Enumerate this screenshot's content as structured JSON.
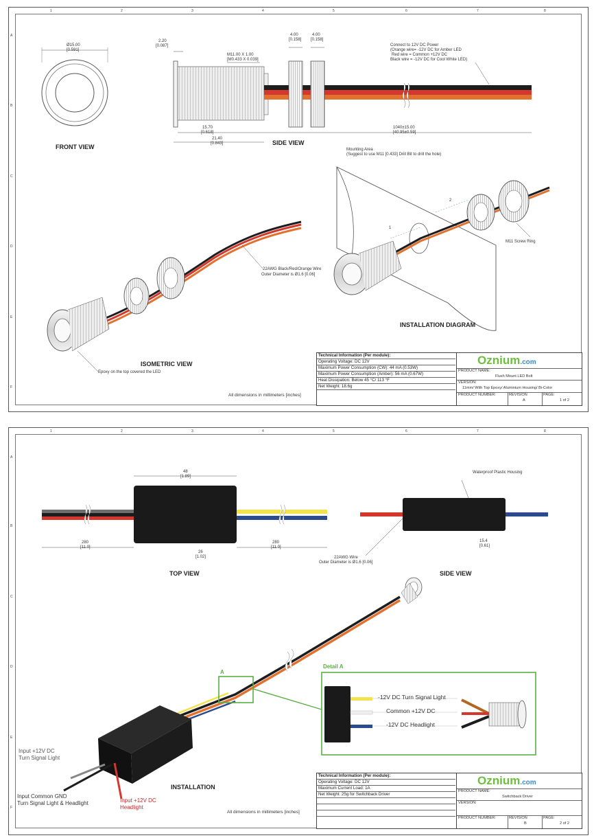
{
  "sheet1": {
    "views": {
      "front": "FRONT VIEW",
      "side": "SIDE VIEW",
      "isometric": "ISOMETRIC VIEW",
      "installation": "INSTALLATION DIAGRAM"
    },
    "dims": {
      "diameter": "Ø15.00",
      "diameter_in": "[0.591]",
      "d220": "2.20",
      "d220_in": "[0.087]",
      "thread": "M11.00 X 1.00",
      "thread_in": "[M0.433 X 0.039]",
      "d400a": "4.00",
      "d400a_in": "[0.158]",
      "d400b": "4.00",
      "d400b_in": "[0.158]",
      "d1570": "15.70",
      "d1570_in": "[0.618]",
      "d2140": "21.40",
      "d2140_in": "[0.843]",
      "d1040": "1040±15.00",
      "d1040_in": "[40.95±0.59]"
    },
    "notes": {
      "power1": "Connect to 12V DC Power",
      "power2": "(Orange wire= -12V DC for Amber LED",
      "power3": "Red wire = Common +12V DC",
      "power4": "Black wire = -12V DC for Cool White LED)",
      "mount1": "Mounting Area",
      "mount2": "(Suggest to use M11 [0.433] Drill Bit to drill the hole)",
      "ring": "M11 Screw Ring",
      "wire1": "22AWG Black/Red/Orange Wire",
      "wire2": "Outer Diameter is Ø1.6 [0.06]",
      "epoxy": "Epoxy on the top covered the LED",
      "step1": "1",
      "step2": "2",
      "units": "All dimensions in millimeters [inches]"
    },
    "tech": {
      "header": "Technical Information (Per module):",
      "r1": "Operating Voltage: DC 12V",
      "r2": "Maximum Power Consumption (CW): 44  mA (0.53W)",
      "r3": "Maximum Power Consumption (Amber): 56  mA (0.67W)",
      "r4": "Heat Dissipation: Below 45 °C/ 113 °F",
      "r5": "Net Weight: 18.6g"
    },
    "title": {
      "logo": "Oznium",
      "logo_suffix": ".com",
      "product_name_label": "PRODUCT NAME:",
      "product_name": "Flush Mount LED Bolt",
      "version_label": "VERSION:",
      "version": "11mm/ With Top Epoxy/ Aluminium Housing/ Bi-Color",
      "product_number_label": "PRODUCT NUMBER:",
      "revision_label": "REVISION",
      "revision": "A",
      "page_label": "PAGE:",
      "page": "1 of 2"
    }
  },
  "sheet2": {
    "views": {
      "top": "TOP VIEW",
      "side": "SIDE VIEW",
      "installation": "INSTALLATION"
    },
    "dims": {
      "d48": "48",
      "d48_in": "[1.89]",
      "d26": "26",
      "d26_in": "[1.02]",
      "d280a": "280",
      "d280a_in": "[11.0]",
      "d280b": "280",
      "d280b_in": "[11.0]",
      "d154": "15.4",
      "d154_in": "[0.61]"
    },
    "notes": {
      "housing": "Waterproof Plastic Housing",
      "wire1": "22AWG Wire",
      "wire2": "Outer Diameter is Ø1.6 [0.06]",
      "detail_marker": "A",
      "detail_title": "Detail A",
      "d_turn": "-12V DC Turn Signal Light",
      "d_common": "Common +12V DC",
      "d_head": "-12V DC Headlight",
      "in_turn1": "Input +12V DC",
      "in_turn2": "Turn Signal Light",
      "in_gnd1": "Input Common GND",
      "in_gnd2": "Turn Signal Light & Headlight",
      "in_head1": "Input +12V DC",
      "in_head2": "Headlight",
      "units": "All dimensions in millimeters [inches]"
    },
    "tech": {
      "header": "Technical Information (Per module):",
      "r1": "Operating Voltage: DC 12V",
      "r2": "Maximum Current Load: 1A",
      "r3": "Net Weight: 25g for Switchback Driver"
    },
    "title": {
      "logo": "Oznium",
      "logo_suffix": ".com",
      "product_name_label": "PRODUCT NAME:",
      "product_name": "Switchback Driver",
      "version_label": "VERSION:",
      "product_number_label": "PRODUCT NUMBER:",
      "revision_label": "REVISION",
      "revision": "B",
      "page_label": "PAGE:",
      "page": "2 of 2"
    }
  },
  "grid": {
    "cols": [
      "1",
      "2",
      "3",
      "4",
      "5",
      "6",
      "7",
      "8"
    ],
    "rows": [
      "A",
      "B",
      "C",
      "D",
      "E",
      "F"
    ]
  },
  "colors": {
    "black_wire": "#1d1d1d",
    "red_wire": "#d4372e",
    "orange_wire": "#e2702f",
    "yellow_wire": "#f2e24e",
    "blue_wire": "#2c4b8e",
    "detail_green": "#5aae45",
    "logo_green": "#6cbf3c",
    "logo_blue": "#3a8ed0"
  }
}
